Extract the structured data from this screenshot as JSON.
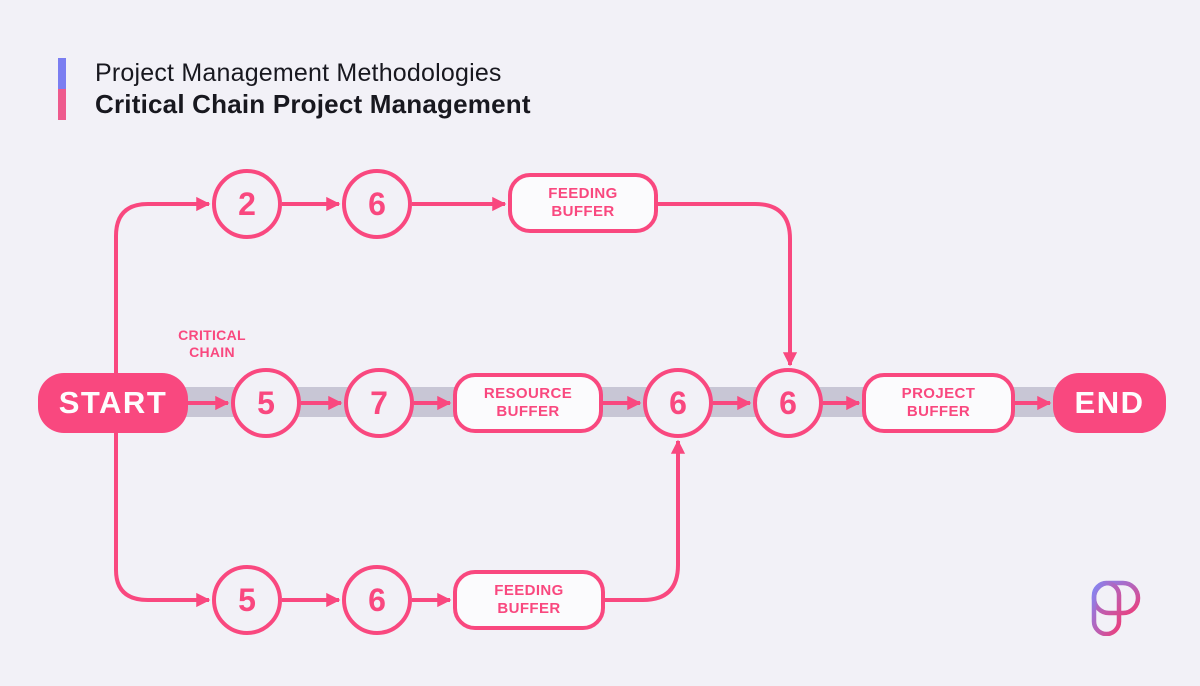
{
  "header": {
    "category": "Project Management Methodologies",
    "title": "Critical Chain Project Management"
  },
  "labels": {
    "start": "START",
    "end": "END",
    "critical_chain": {
      "line1": "CRITICAL",
      "line2": "CHAIN"
    }
  },
  "branches": {
    "top": {
      "task1": "2",
      "task2": "6",
      "buffer": {
        "line1": "FEEDING",
        "line2": "BUFFER"
      }
    },
    "critical": {
      "task1": "5",
      "task2": "7",
      "resource_buffer": {
        "line1": "RESOURCE",
        "line2": "BUFFER"
      },
      "task3": "6",
      "task4": "6",
      "project_buffer": {
        "line1": "PROJECT",
        "line2": "BUFFER"
      }
    },
    "bottom": {
      "task1": "5",
      "task2": "6",
      "buffer": {
        "line1": "FEEDING",
        "line2": "BUFFER"
      }
    }
  },
  "colors": {
    "background": "#f2f1f7",
    "accent_pink": "#f9487f",
    "accent_blue": "#7b7ef1",
    "bar_pink": "#ee5a8d",
    "chain_band": "#c8c6d5",
    "title_text": "#18181f",
    "node_fill": "#fbfbfd",
    "terminal_text": "#fdfdfe",
    "logo_gradient_start": "#8287f5",
    "logo_gradient_end": "#ee3d7a"
  }
}
